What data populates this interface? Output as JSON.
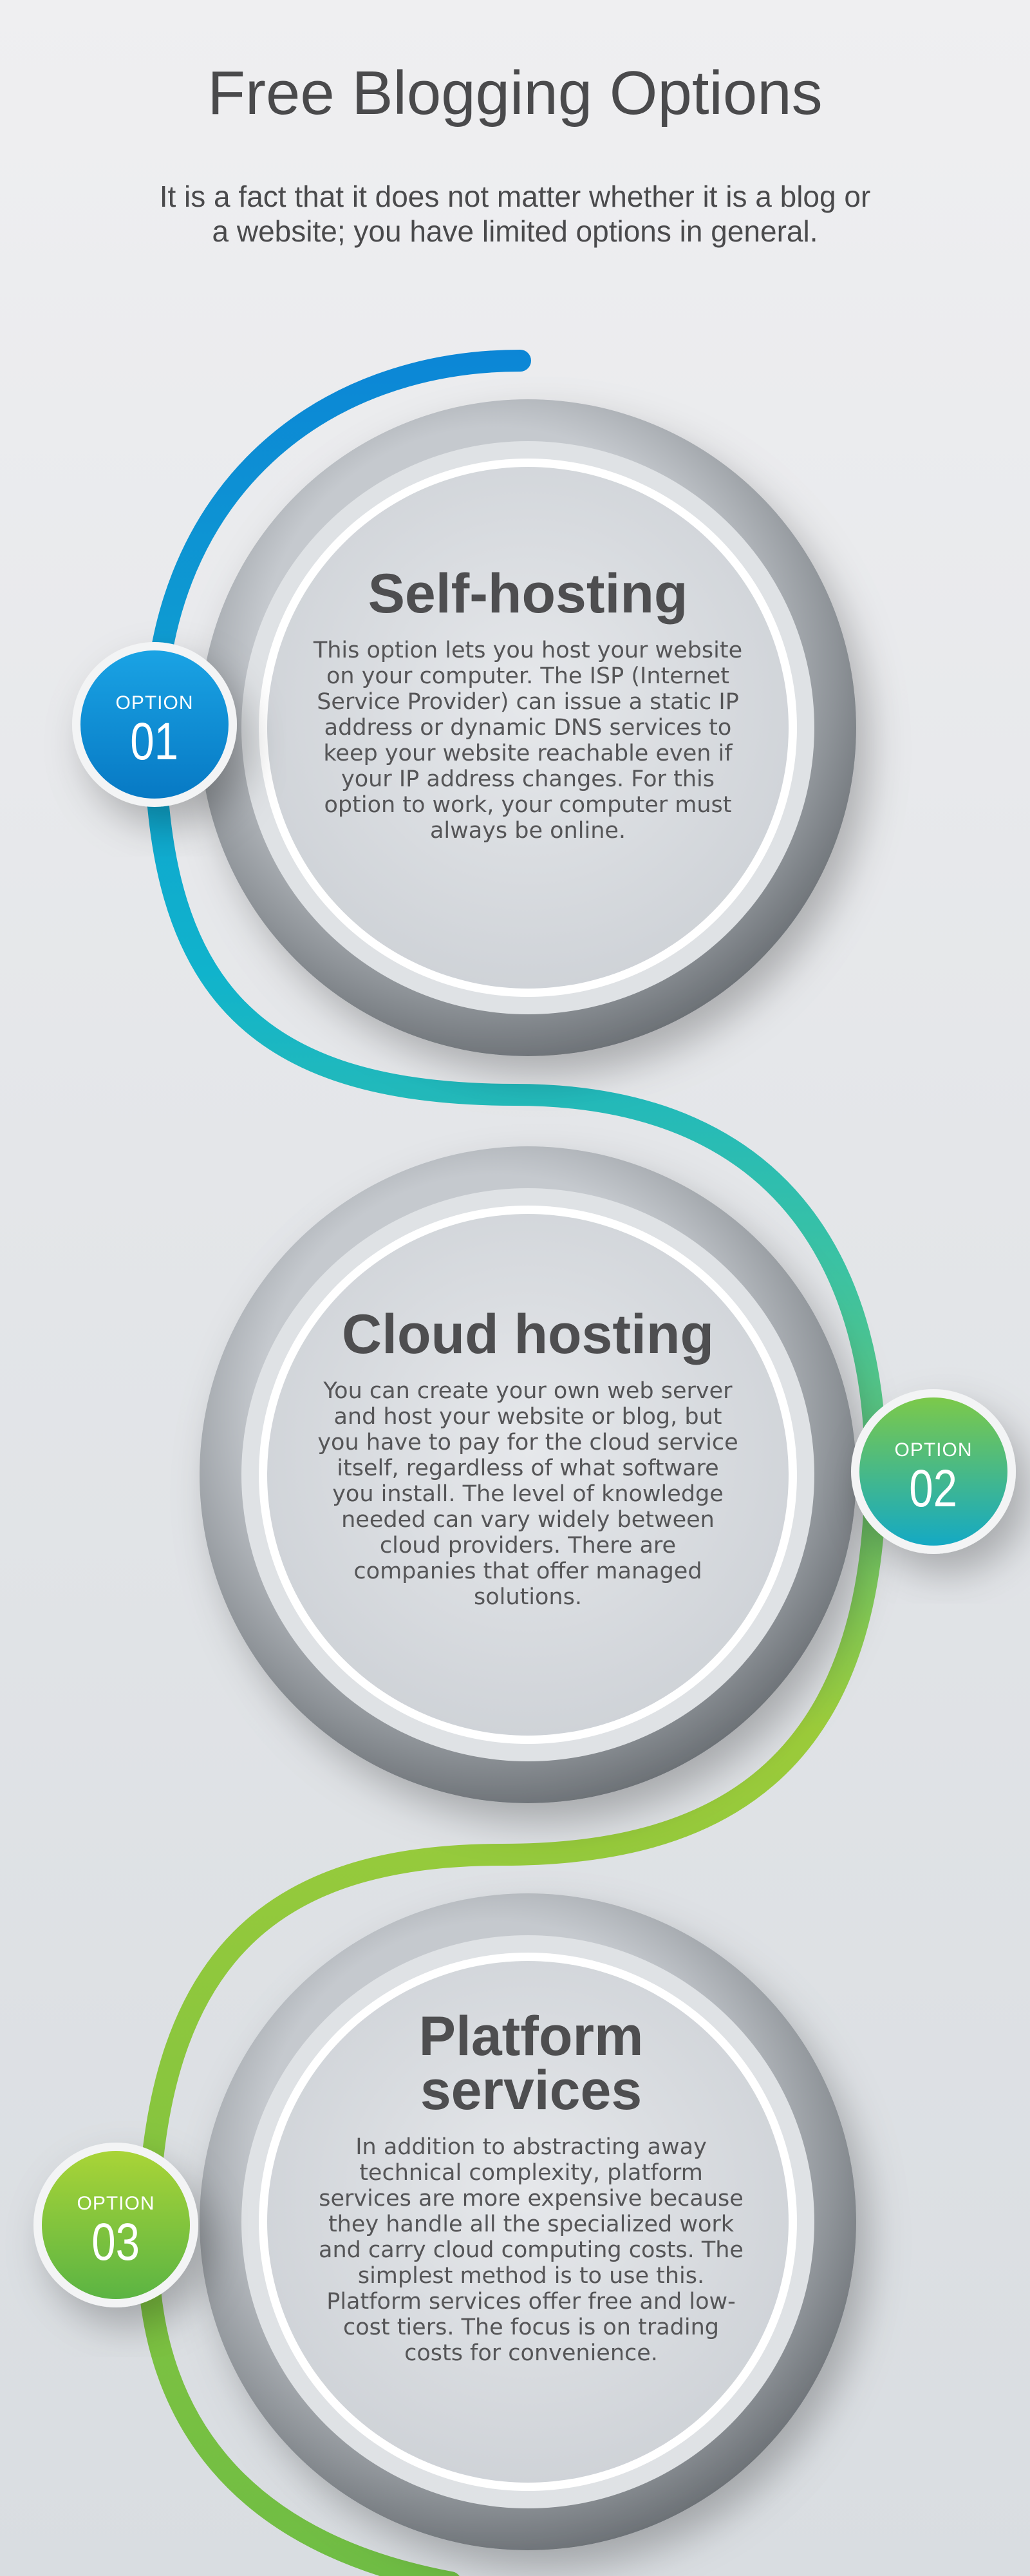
{
  "header": {
    "title": "Free Blogging Options",
    "subtitle": "It is a fact that it does not matter whether it is a blog or a website; you have limited options in general."
  },
  "options": [
    {
      "badge_label": "OPTION",
      "badge_number": "01",
      "title": "Self-hosting",
      "text": "This option lets you host your website on your computer. The ISP (Internet Service Provider) can issue a static IP address or dynamic DNS services to keep your website reachable even if your IP address changes. For this option to work, your computer must always be online."
    },
    {
      "badge_label": "OPTION",
      "badge_number": "02",
      "title": "Cloud hosting",
      "text": "You can create your own web server and host your website or blog, but you have to pay for the cloud service itself, regardless of what software you install. The level of knowledge needed can vary widely between cloud providers. There are companies that offer managed solutions."
    },
    {
      "badge_label": "OPTION",
      "badge_number": "03",
      "title": "Platform services",
      "text": "In addition to abstracting away technical complexity, platform services are more expensive because they handle all the specialized work and carry cloud computing costs. The simplest method is to use this. Platform services offer free and low-cost tiers. The focus is on trading costs for convenience."
    }
  ],
  "colors": {
    "blue": "#0a8fd8",
    "teal": "#12b5c8",
    "green": "#8bc53f",
    "ring_gray": "#7d8287",
    "text": "#4a4a4c"
  }
}
